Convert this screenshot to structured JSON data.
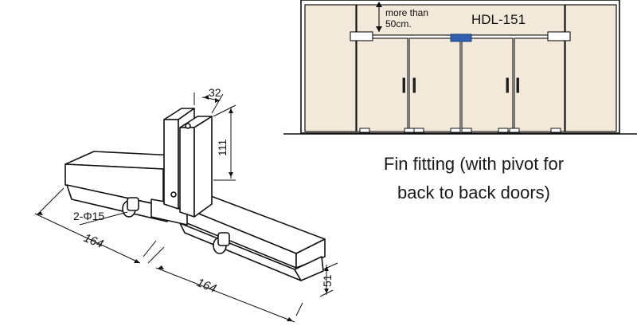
{
  "drawing": {
    "dim_width": "32",
    "dim_height": "111",
    "dim_hole": "2-Φ15",
    "dim_plate_left": "164",
    "dim_plate_right": "164",
    "dim_plate_thickness": "51"
  },
  "elevation": {
    "spacing_note": "more than\n50cm.",
    "spacing_note_line1": "more than",
    "spacing_note_line2": "50cm.",
    "model": "HDL-151"
  },
  "caption": {
    "line1": "Fin fitting (with pivot for",
    "line2": "back to back doors)"
  },
  "colors": {
    "glass": "#f3e9da",
    "frame": "#1a1a1a",
    "highlight": "#2f5fae"
  }
}
